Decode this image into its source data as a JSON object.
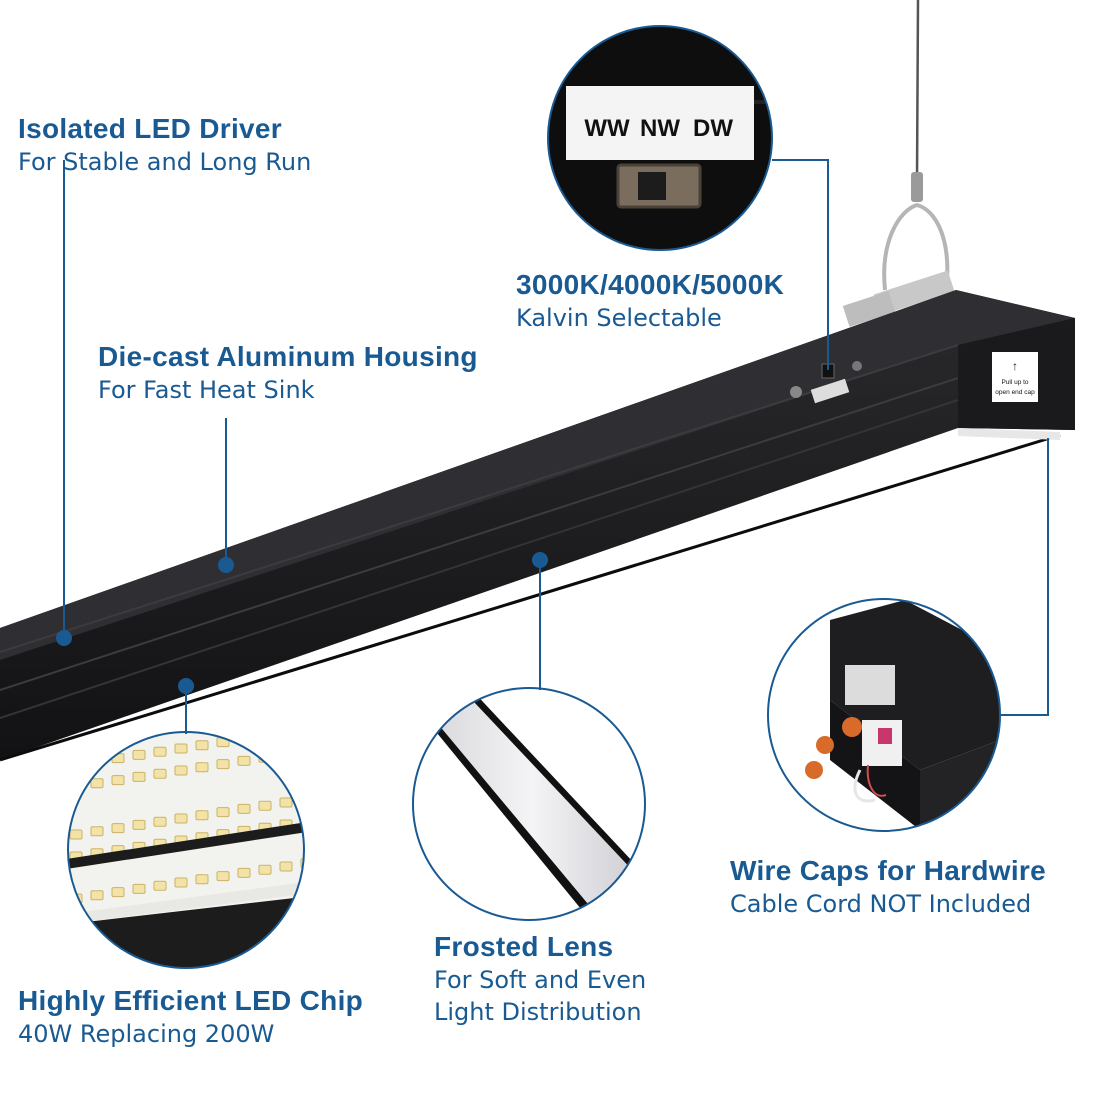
{
  "colors": {
    "accent": "#1a5a92",
    "dot": "#1a5a92",
    "fixture": "#1b1b1d",
    "background": "#ffffff"
  },
  "callouts": {
    "driver": {
      "title": "Isolated LED Driver",
      "subtitle": "For Stable and Long Run"
    },
    "housing": {
      "title": "Die-cast Aluminum Housing",
      "subtitle": "For Fast Heat Sink"
    },
    "cct": {
      "title": "3000K/4000K/5000K",
      "subtitle": "Kalvin Selectable"
    },
    "wire": {
      "title": "Wire Caps for Hardwire",
      "subtitle": "Cable Cord NOT Included"
    },
    "lens": {
      "title": "Frosted Lens",
      "subtitle_line1": "For Soft and Even",
      "subtitle_line2": "Light Distribution"
    },
    "chip": {
      "title": "Highly Efficient LED Chip",
      "subtitle": "40W Replacing 200W"
    }
  },
  "switch_labels": [
    "WW",
    "NW",
    "DW"
  ],
  "end_cap_label": {
    "line1": "Pull up to",
    "line2": "open end cap"
  }
}
